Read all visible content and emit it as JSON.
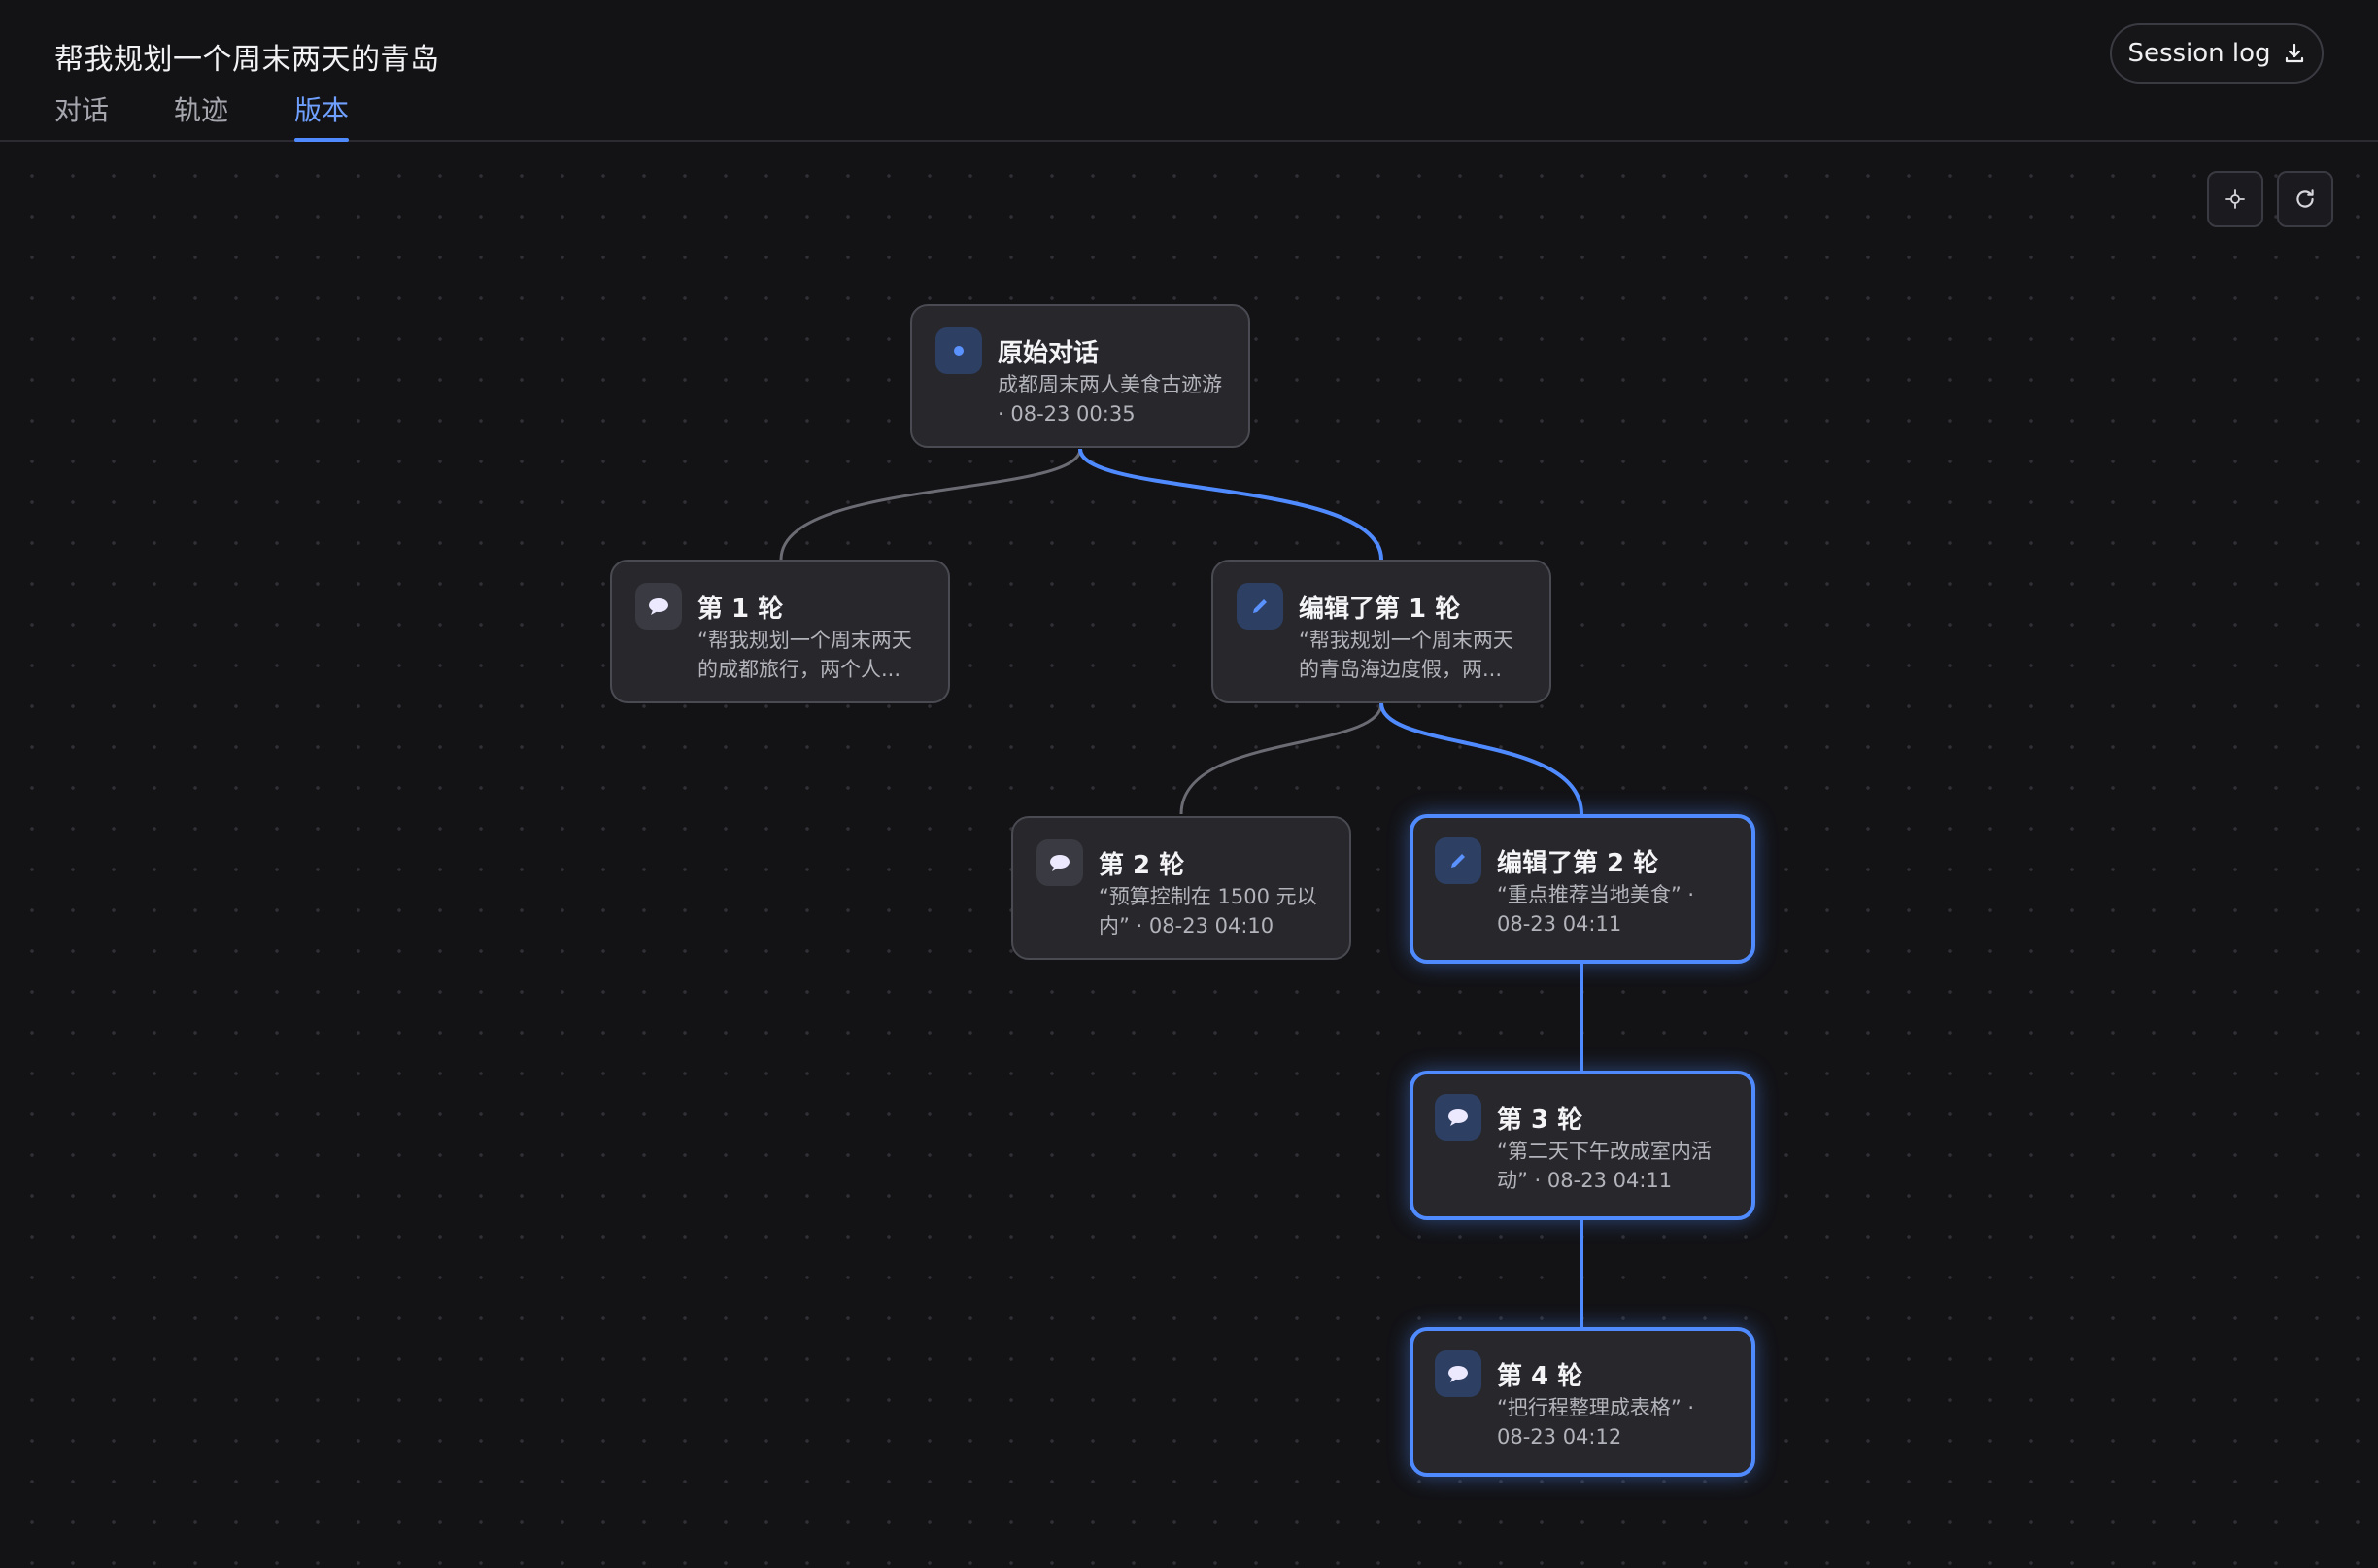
{
  "header": {
    "title": "帮我规划一个周末两天的青岛",
    "tabs": [
      {
        "label": "对话",
        "active": false
      },
      {
        "label": "轨迹",
        "active": false
      },
      {
        "label": "版本",
        "active": true
      }
    ],
    "session_log_label": "Session log",
    "session_log_icon": "download-icon"
  },
  "controls": [
    {
      "icon": "locate-icon"
    },
    {
      "icon": "refresh-icon"
    }
  ],
  "colors": {
    "accent": "#4f8bff",
    "background": "#131316",
    "node_bg": "#27272c",
    "edge_inactive": "#6b6b73"
  },
  "tree": {
    "nodes": [
      {
        "id": "root",
        "icon": "dot-icon",
        "title": "原始对话",
        "desc": "成都周末两人美食古迹游 · 08-23 00:35",
        "active": false
      },
      {
        "id": "t1",
        "icon": "chat-bubble-icon",
        "title": "第 1 轮",
        "desc": "“帮我规划一个周末两天的成都旅行，两个人...",
        "active": false
      },
      {
        "id": "e1",
        "icon": "pencil-icon",
        "title": "编辑了第 1 轮",
        "desc": "“帮我规划一个周末两天的青岛海边度假，两...",
        "active": false
      },
      {
        "id": "t2",
        "icon": "chat-bubble-icon",
        "title": "第 2 轮",
        "desc": "“预算控制在 1500 元以内” · 08-23 04:10",
        "active": false
      },
      {
        "id": "e2",
        "icon": "pencil-icon",
        "title": "编辑了第 2 轮",
        "desc": "“重点推荐当地美食” · 08-23 04:11",
        "active": true
      },
      {
        "id": "t3",
        "icon": "chat-bubble-icon",
        "title": "第 3 轮",
        "desc": "“第二天下午改成室内活动” · 08-23 04:11",
        "active": true
      },
      {
        "id": "t4",
        "icon": "chat-bubble-icon",
        "title": "第 4 轮",
        "desc": "“把行程整理成表格” · 08-23 04:12",
        "active": true
      }
    ]
  }
}
